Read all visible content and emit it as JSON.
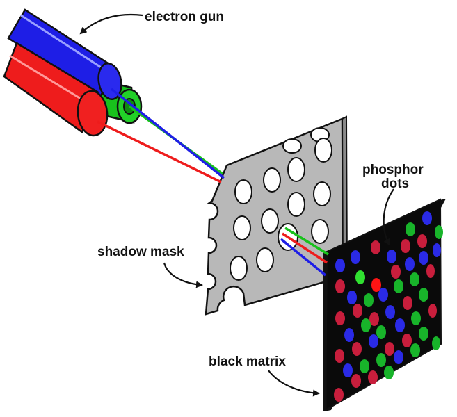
{
  "labels": {
    "electron_gun": "electron gun",
    "shadow_mask": "shadow mask",
    "phosphor_line1": "phosphor",
    "phosphor_line2": "dots",
    "black_matrix": "black matrix"
  },
  "colors": {
    "red": "#ee1c1c",
    "green": "#18c21c",
    "blue": "#1e1ee6",
    "mask": "#b8b8b8",
    "matrix": "#0a0a0a",
    "dot_red": "#c81e3c",
    "dot_green": "#18b42a",
    "dot_blue": "#2a2ae6",
    "lit_red": "#ff1414",
    "lit_green": "#30e030",
    "lit_blue": "#3636ff"
  }
}
